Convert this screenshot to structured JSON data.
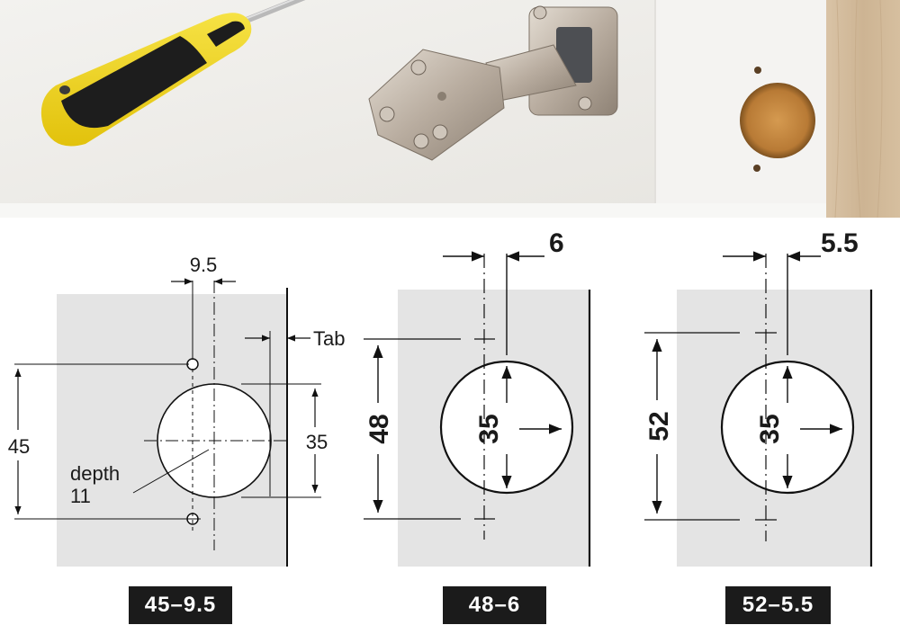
{
  "photo": {
    "subjects": [
      "screwdriver",
      "concealed-cabinet-hinge",
      "cabinet-door-with-35mm-cup-hole"
    ]
  },
  "diagrams": [
    {
      "id": "45-9.5",
      "dim_offset": "9.5",
      "dim_tab": "Tab",
      "dim_height": "45",
      "dim_diameter": "35",
      "depth_label": "depth",
      "depth_value": "11",
      "caption": "45–9.5"
    },
    {
      "id": "48-6",
      "dim_offset": "6",
      "dim_height": "48",
      "dim_diameter": "35",
      "caption": "48–6"
    },
    {
      "id": "52-5.5",
      "dim_offset": "5.5",
      "dim_height": "52",
      "dim_diameter": "35",
      "caption": "52–5.5"
    }
  ]
}
